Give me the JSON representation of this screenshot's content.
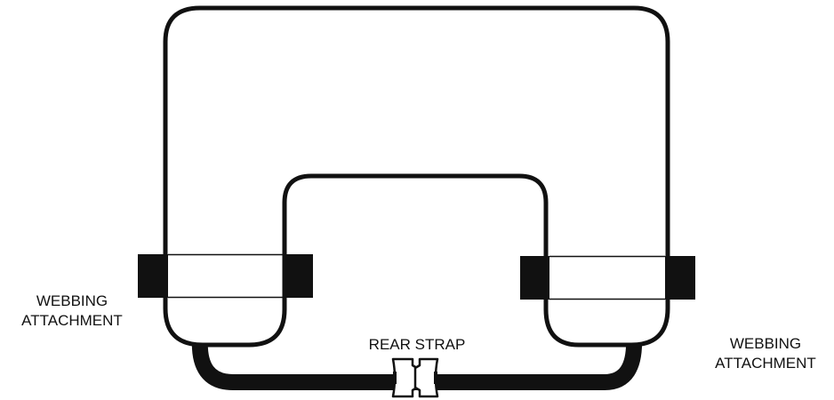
{
  "labels": {
    "webbing_left": [
      "WEBBING",
      "ATTACHMENT"
    ],
    "webbing_right": [
      "WEBBING",
      "ATTACHMENT"
    ],
    "rear_strap": "REAR STRAP"
  },
  "colors": {
    "line": "#111111",
    "background": "#ffffff"
  }
}
